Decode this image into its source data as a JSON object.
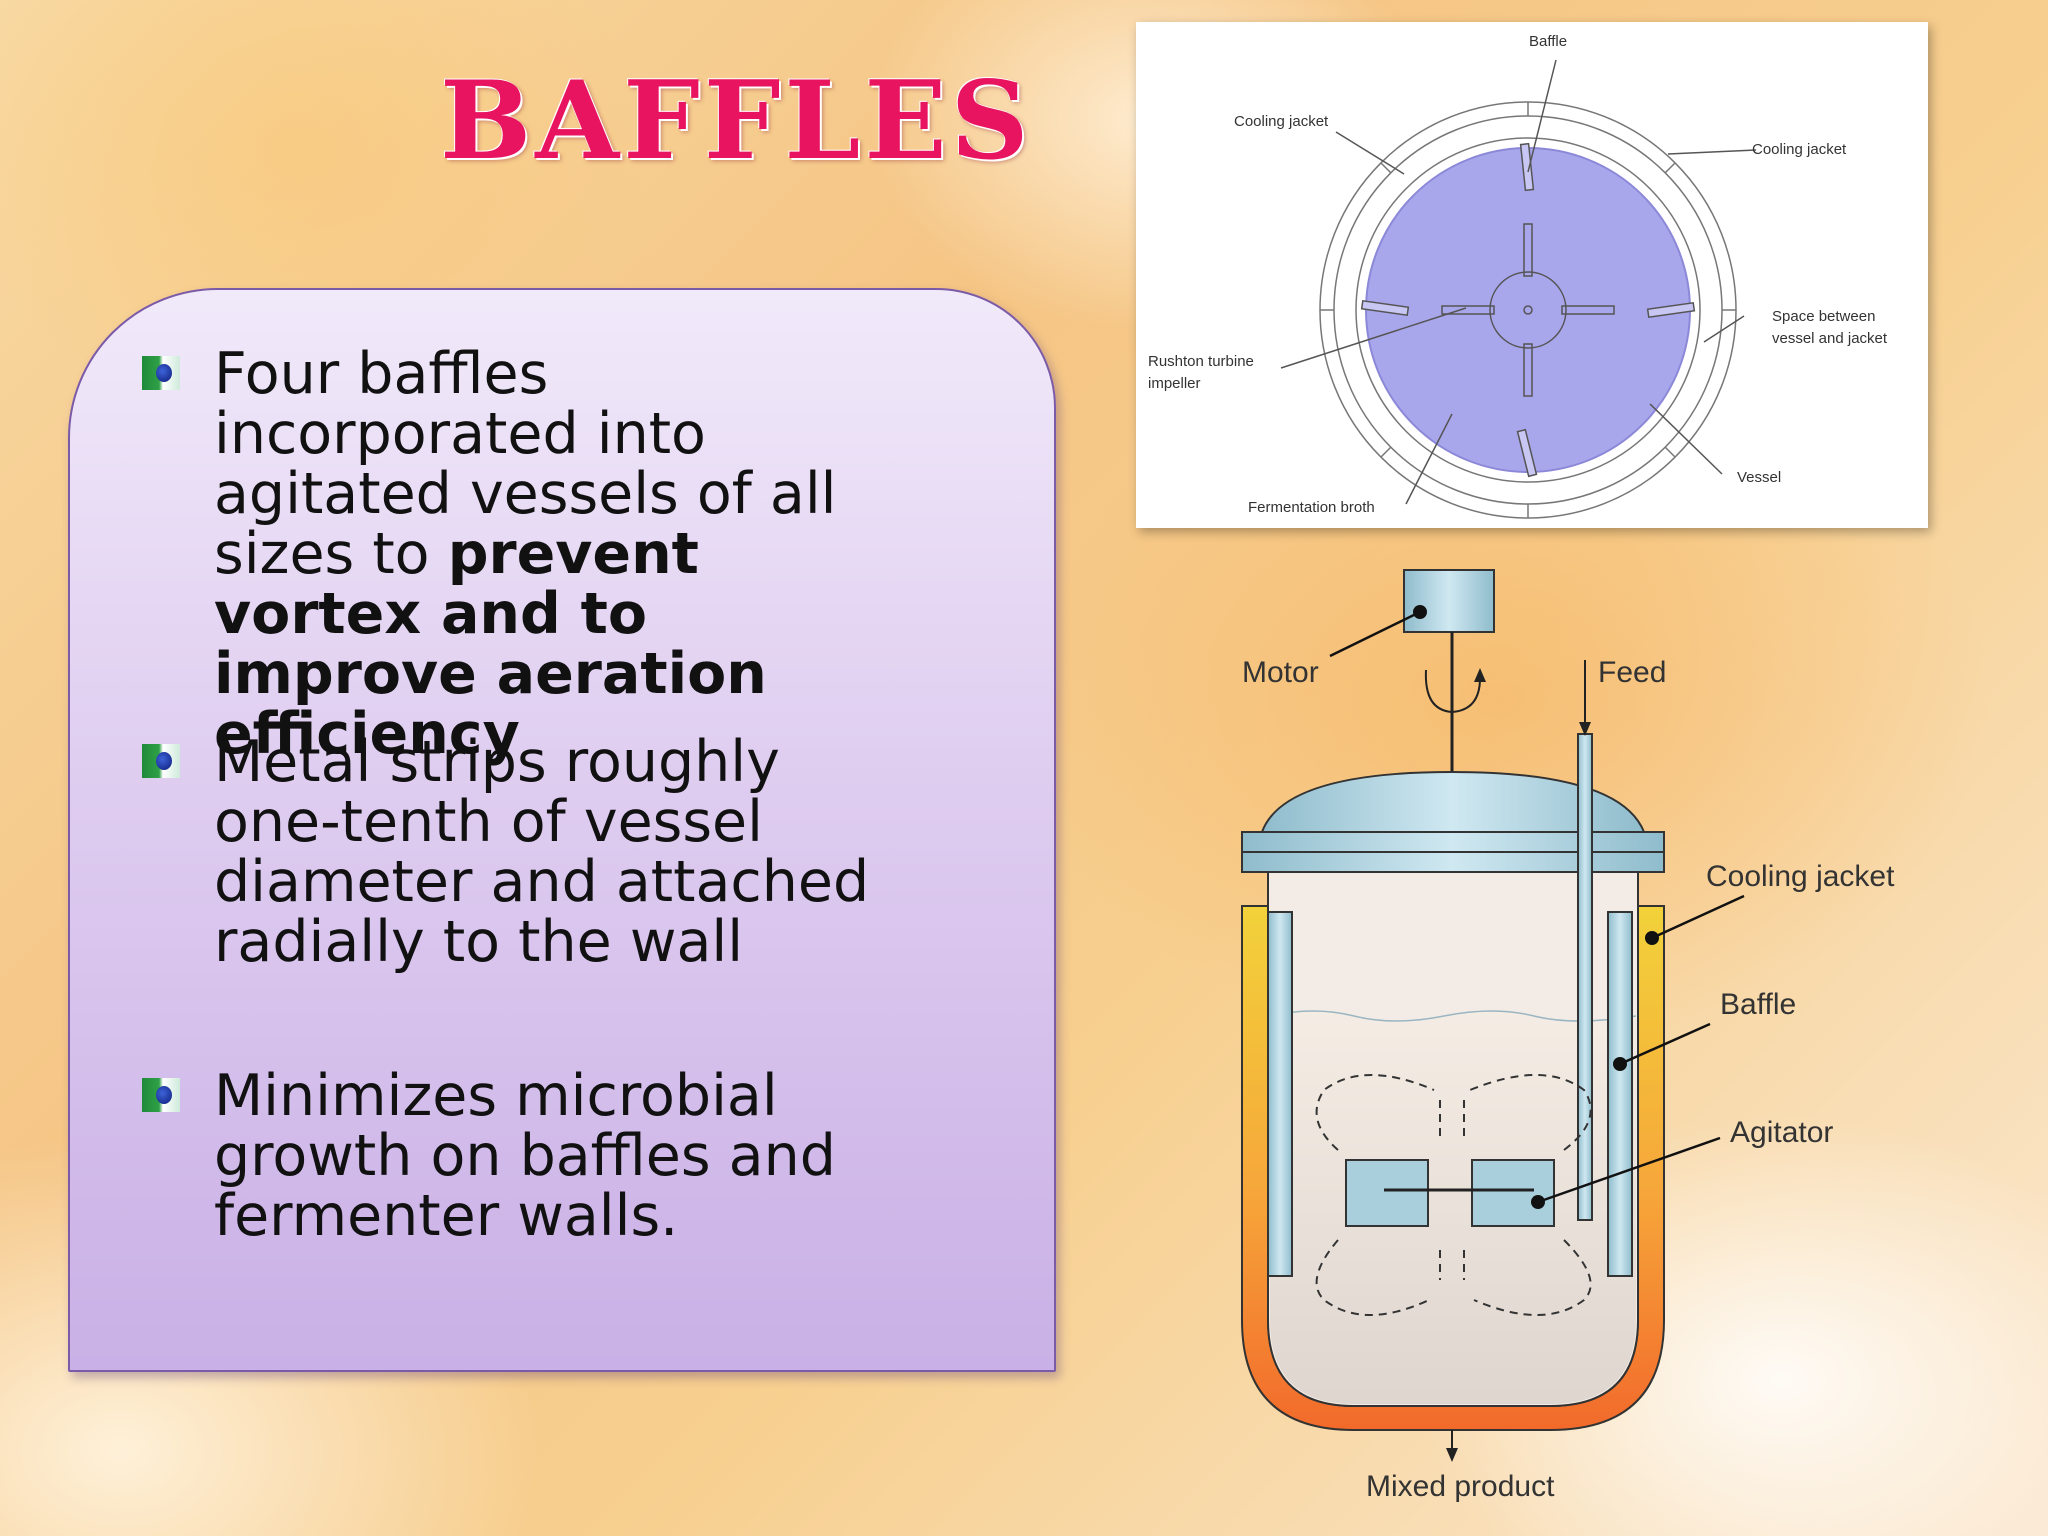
{
  "title": "BAFFLES",
  "bullets": [
    {
      "text_plain": "Four baffles incorporated into agitated vessels of all sizes to ",
      "text_bold": "prevent vortex and to improve aeration efficiency"
    },
    {
      "text_plain": "Metal strips roughly one-tenth of vessel diameter and attached radially to the wall",
      "text_bold": ""
    },
    {
      "text_plain": "Minimizes microbial growth on baffles and fermenter walls.",
      "text_bold": ""
    }
  ],
  "top_diagram": {
    "labels": {
      "baffle": "Baffle",
      "cooling_jacket_left": "Cooling jacket",
      "cooling_jacket_right": "Cooling jacket",
      "space_line1": "Space between",
      "space_line2": "vessel and jacket",
      "impeller_line1": "Rushton turbine",
      "impeller_line2": "impeller",
      "broth": "Fermentation broth",
      "vessel": "Vessel"
    },
    "colors": {
      "broth": "#a9a7ec",
      "line": "#555555"
    }
  },
  "bottom_diagram": {
    "labels": {
      "motor": "Motor",
      "feed": "Feed",
      "cooling_jacket": "Cooling jacket",
      "baffle": "Baffle",
      "agitator": "Agitator",
      "mixed_product": "Mixed product"
    },
    "colors": {
      "metal": "#a9cfdd",
      "jacket_top": "#f2d23a",
      "jacket_bottom": "#f26a2b"
    }
  }
}
